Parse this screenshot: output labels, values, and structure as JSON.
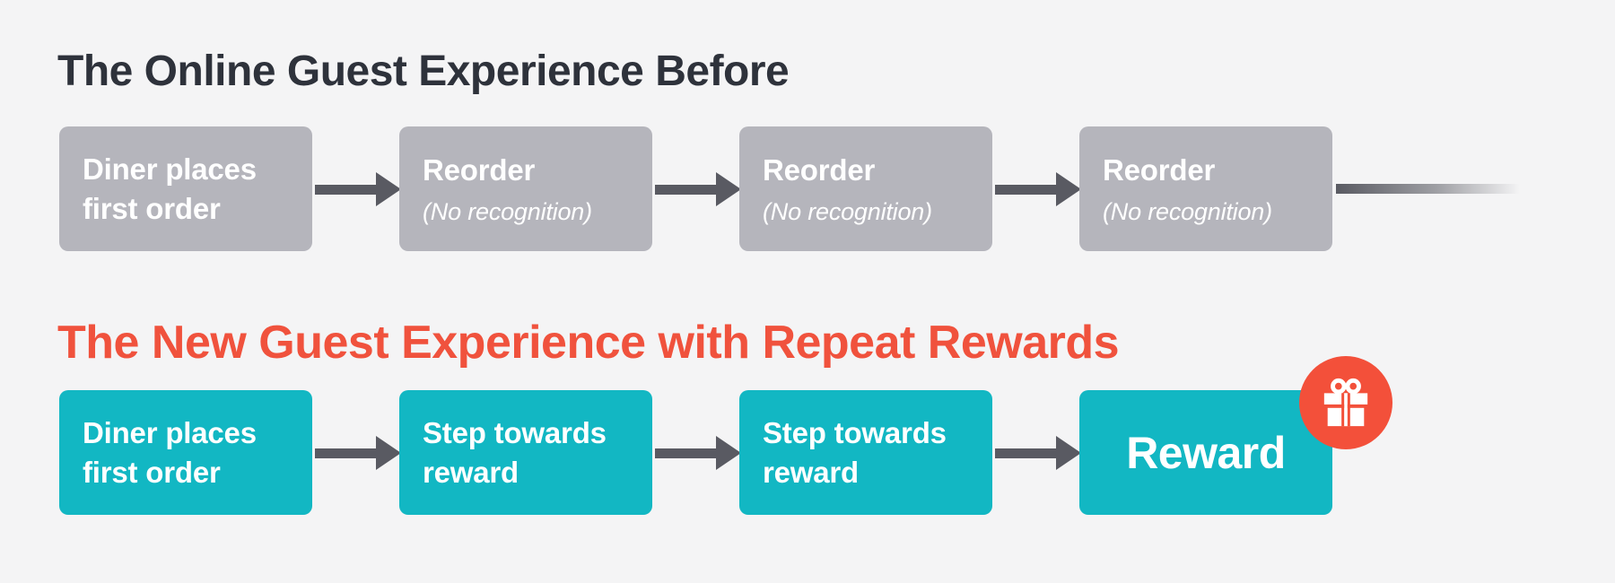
{
  "page": {
    "background_color": "#f4f4f5"
  },
  "colors": {
    "title_dark": "#2e323b",
    "title_red": "#f0523d",
    "box_gray": "#b5b5bc",
    "box_teal": "#12b7c3",
    "arrow_gray": "#595a62",
    "badge_red": "#f3503a",
    "box_text": "#ffffff"
  },
  "before": {
    "title": "The Online Guest Experience Before",
    "steps": [
      {
        "line1": "Diner places",
        "line2": "first order"
      },
      {
        "title": "Reorder",
        "note": "(No recognition)"
      },
      {
        "title": "Reorder",
        "note": "(No recognition)"
      },
      {
        "title": "Reorder",
        "note": "(No recognition)"
      }
    ]
  },
  "after": {
    "title": "The New Guest Experience with Repeat Rewards",
    "steps": [
      {
        "line1": "Diner places",
        "line2": "first order"
      },
      {
        "line1": "Step towards",
        "line2": "reward"
      },
      {
        "line1": "Step towards",
        "line2": "reward"
      }
    ],
    "reward": {
      "label": "Reward",
      "badge_icon": "gift-icon"
    }
  }
}
